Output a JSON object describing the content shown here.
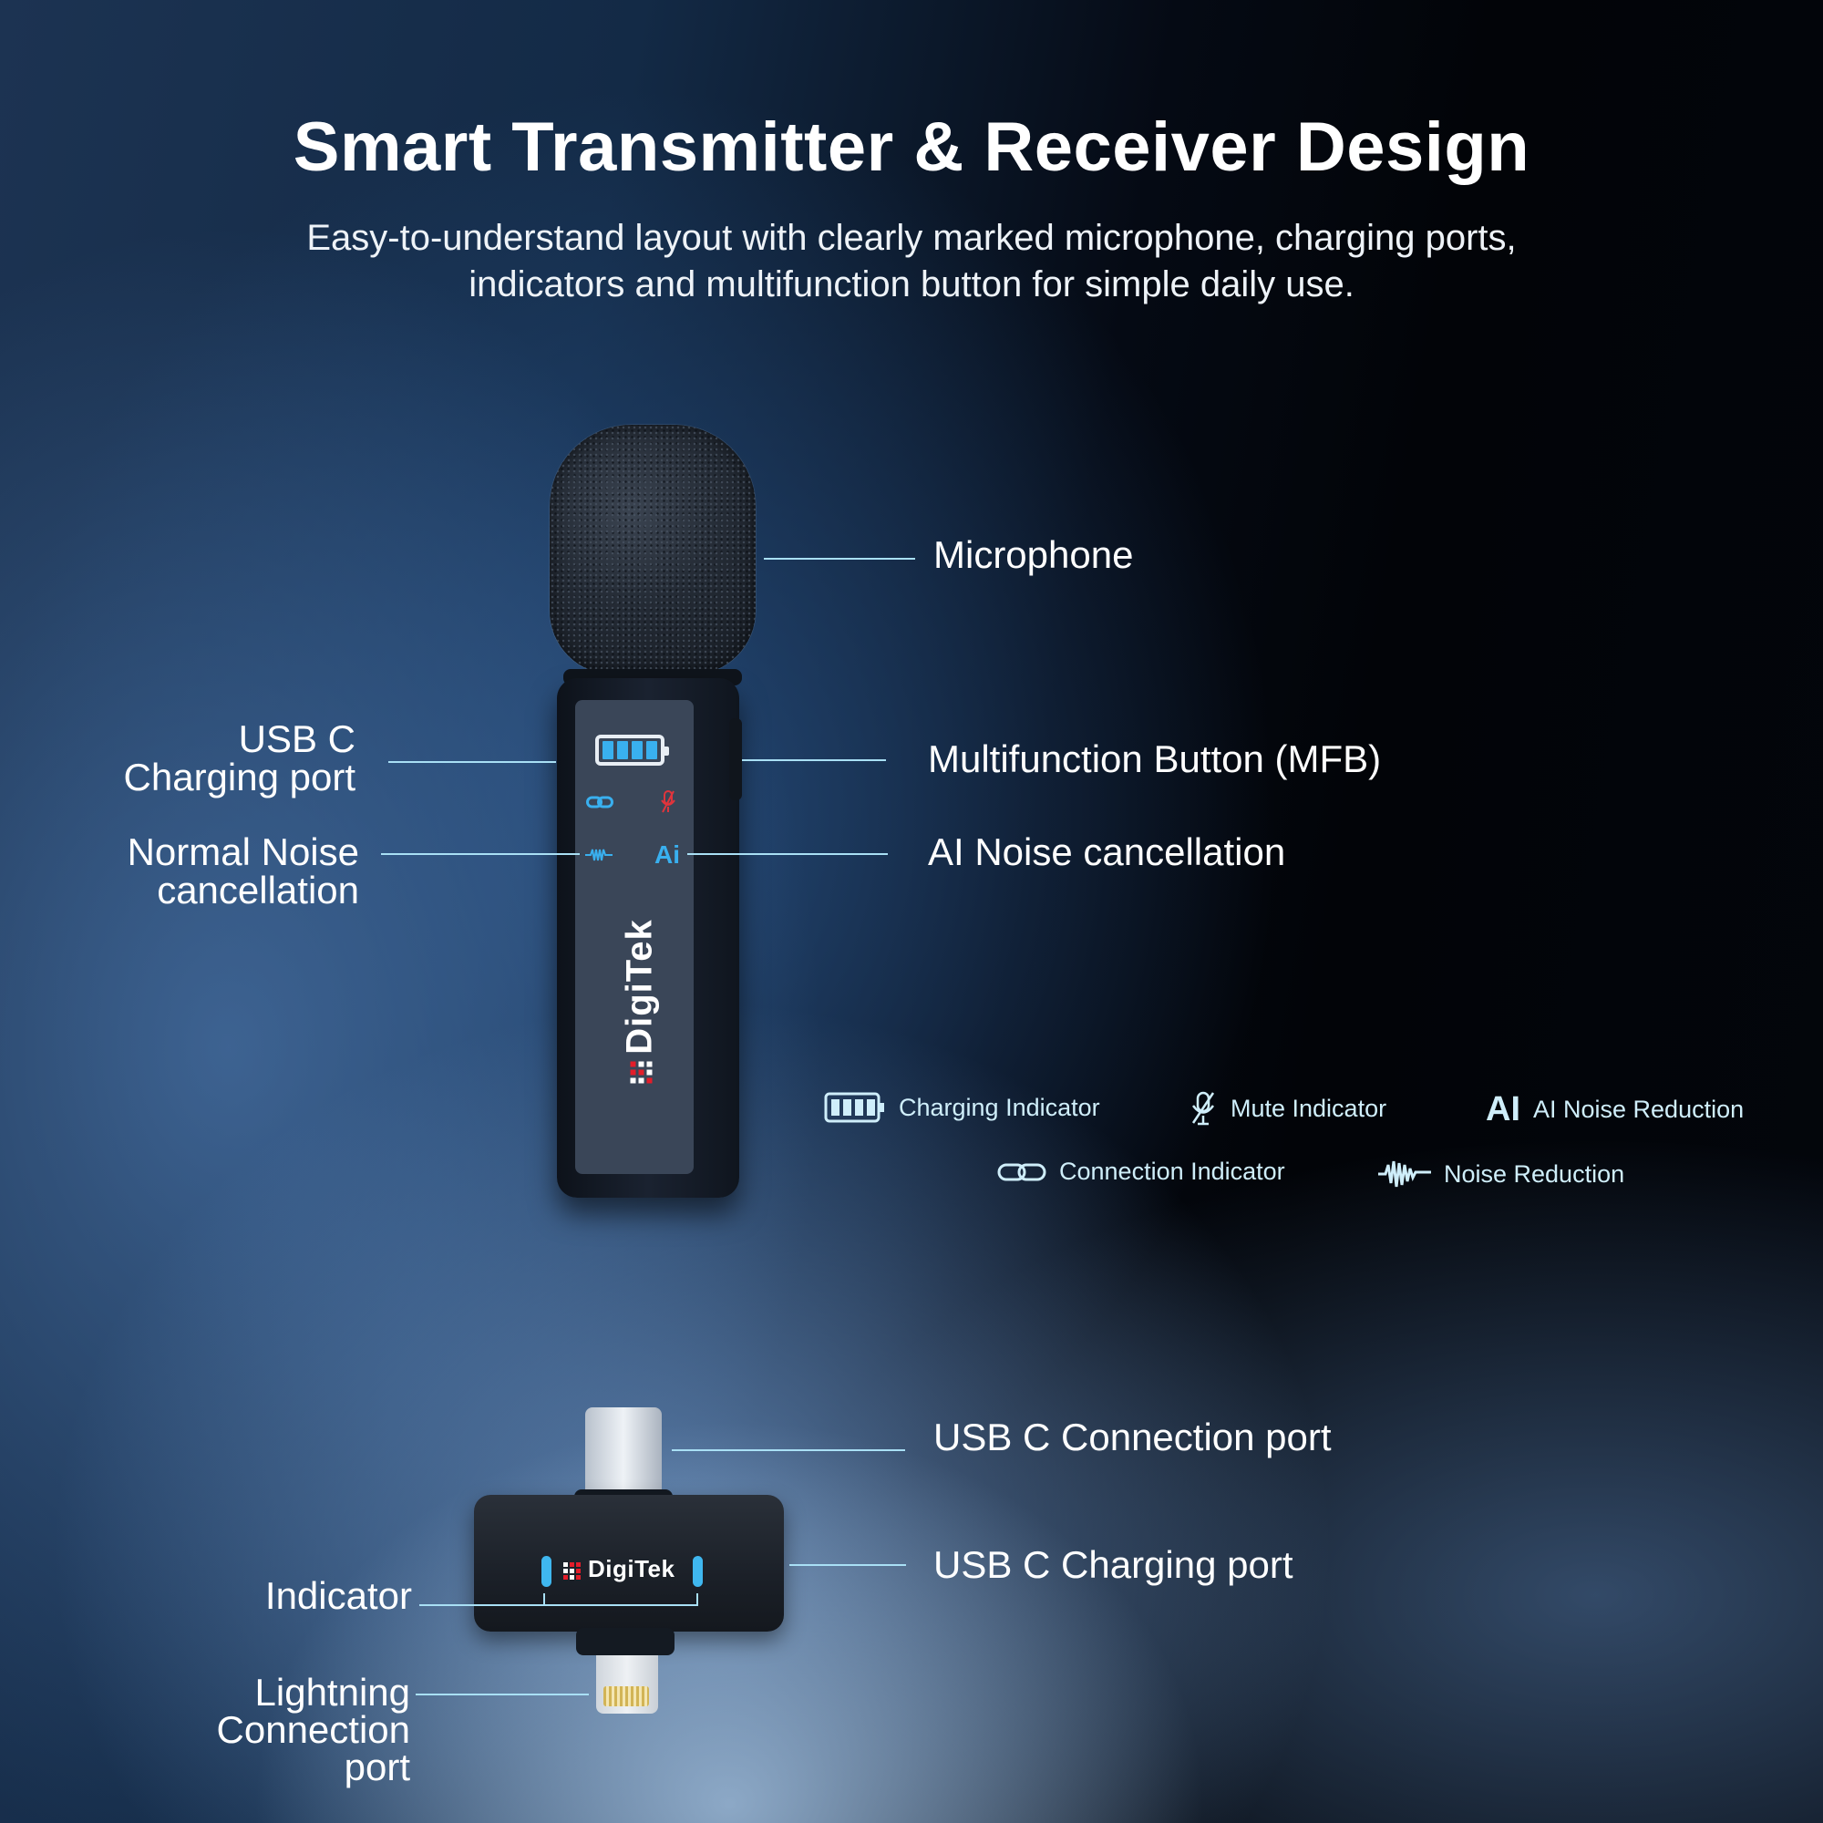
{
  "header": {
    "title": "Smart Transmitter & Receiver Design",
    "subtitle_line1": "Easy-to-understand layout with clearly marked microphone, charging ports,",
    "subtitle_line2": "indicators and multifunction button for simple daily use."
  },
  "transmitter": {
    "brand": "DigiTek",
    "panel_icons": {
      "ai_label": "Ai",
      "noise_glyph": "-WW-"
    },
    "callouts": {
      "microphone": "Microphone",
      "usb_c_charging_line1": "USB C",
      "usb_c_charging_line2": "Charging port",
      "normal_noise_line1": "Normal Noise",
      "normal_noise_line2": "cancellation",
      "mfb": "Multifunction Button (MFB)",
      "ai_noise": "AI Noise cancellation"
    }
  },
  "legend": {
    "items": [
      {
        "icon": "battery-icon",
        "label": "Charging Indicator"
      },
      {
        "icon": "mute-mic-icon",
        "label": "Mute Indicator"
      },
      {
        "icon": "ai-icon",
        "glyph": "AI",
        "label": "AI Noise Reduction"
      },
      {
        "icon": "link-icon",
        "label": "Connection Indicator"
      },
      {
        "icon": "waveform-icon",
        "label": "Noise Reduction"
      }
    ]
  },
  "receiver": {
    "brand": "DigiTek",
    "callouts": {
      "usb_c_connection": "USB C Connection port",
      "usb_c_charging": "USB C Charging port",
      "indicator": "Indicator",
      "lightning_line1": "Lightning",
      "lightning_line2": "Connection",
      "lightning_line3": "port"
    }
  },
  "colors": {
    "accent_blue": "#39b0ef",
    "leader_line": "#a9e0f5",
    "mute_red": "#e0343c",
    "brand_red": "#e31d2a"
  }
}
